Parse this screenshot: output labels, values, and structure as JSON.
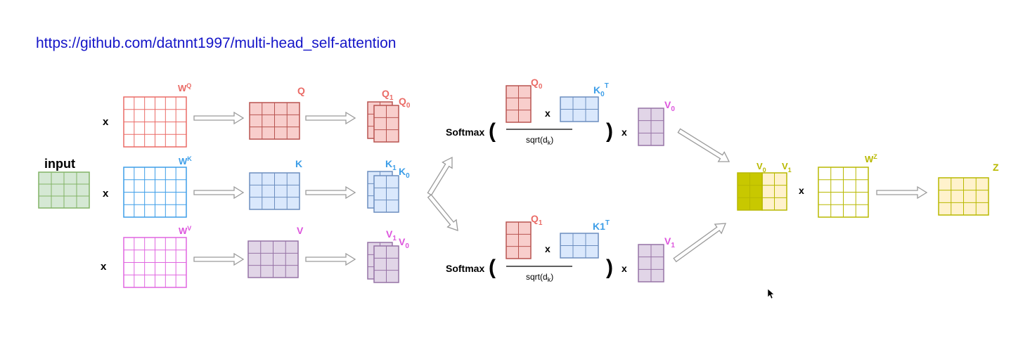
{
  "url": "https://github.com/datnnt1997/multi-head_self-attention",
  "colors": {
    "input": {
      "fill": "#d5e8d4",
      "stroke": "#82b366"
    },
    "query": {
      "fill": "#f8cecc",
      "stroke": "#b85450",
      "label": "#ea6b66"
    },
    "key": {
      "fill": "#dae8fc",
      "stroke": "#6c8ebf",
      "label": "#3d9ee8"
    },
    "value": {
      "fill": "#e1d5e7",
      "stroke": "#9673a6",
      "label": "#dd55dd"
    },
    "wv_stroke": "#e066e0",
    "concat": {
      "fill": "#fff2cc",
      "dark": "#c8c800",
      "stroke": "#b8b800",
      "label": "#b9b900"
    }
  },
  "labels": {
    "input": "input",
    "mult": "x",
    "wq": {
      "base": "W",
      "sup": "Q"
    },
    "wk": {
      "base": "W",
      "sup": "K"
    },
    "wv": {
      "base": "W",
      "sup": "V"
    },
    "q": "Q",
    "k": "K",
    "v": "V",
    "q1": {
      "base": "Q",
      "sub": "1"
    },
    "q0": {
      "base": "Q",
      "sub": "0"
    },
    "k1": {
      "base": "K",
      "sub": "1"
    },
    "k0": {
      "base": "K",
      "sub": "0"
    },
    "v1": {
      "base": "V",
      "sub": "1"
    },
    "v0": {
      "base": "V",
      "sub": "0"
    },
    "softmax": "Softmax",
    "paren_open": "(",
    "paren_close": ")",
    "sqrt_base": "sqrt(d",
    "sqrt_sub": "k",
    "sqrt_end": ")",
    "k0t": {
      "base": "K",
      "sub": "0",
      "sup": "T"
    },
    "k1t": {
      "base": "K1",
      "sup": "T"
    },
    "wz": {
      "base": "W",
      "sup": "Z"
    },
    "z": "Z"
  }
}
